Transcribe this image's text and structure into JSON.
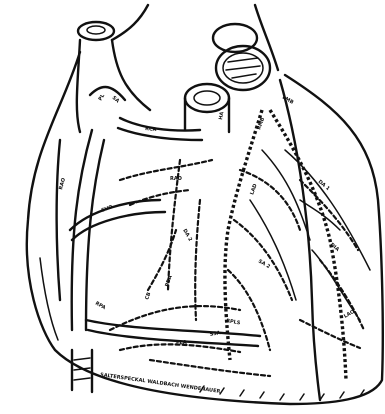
{
  "labels": {
    "rca": "RCA",
    "pl": "PL",
    "sa": "SA",
    "ssa": "SSA",
    "rad": "RAD",
    "rao": "RAO",
    "svo": "SVO",
    "lad": "LAD",
    "da1": "DA 1",
    "da2": "DA 2",
    "dia": "DIA",
    "sa2": "SA 2",
    "cb": "CB",
    "pda": "PDA",
    "lao": "LAO",
    "rpa": "RPA",
    "rpls": "RPLS",
    "pla": "PLA",
    "rmb": "RMB",
    "lmb": "LMB",
    "ha": "HA",
    "caption": "SALTERSPECKAL WALDBACH WENDENAUER"
  },
  "colors": {
    "ink": "#111111",
    "background": "#ffffff"
  }
}
